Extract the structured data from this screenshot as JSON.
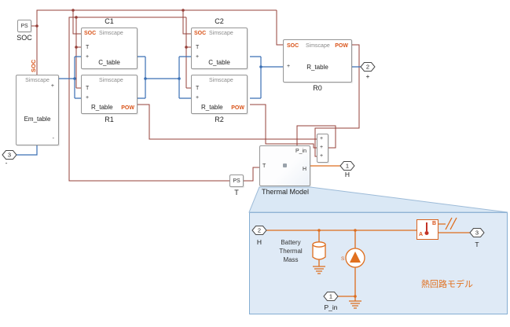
{
  "colors": {
    "physical_signal": "#96403a",
    "electrical": "#3a6fb5",
    "thermal": "#de6d1d",
    "label_accent": "#d95319",
    "zoom_background": "#dfeaf6",
    "zoom_border": "#85aed3"
  },
  "blocks": {
    "ps_soc": {
      "label": "PS",
      "caption": "SOC"
    },
    "em": {
      "watermark": "Simscape",
      "name": "Em_table",
      "plus": "+",
      "minus": "-",
      "wire_label": "SOC"
    },
    "c1": {
      "caption": "C1",
      "soc": "SOC",
      "watermark": "Simscape",
      "t": "T",
      "plus": "+",
      "name": "C_table"
    },
    "r1": {
      "caption": "R1",
      "watermark": "Simscape",
      "t": "T",
      "plus": "+",
      "name": "R_table",
      "pow": "POW"
    },
    "c2": {
      "caption": "C2",
      "soc": "SOC",
      "watermark": "Simscape",
      "t": "T",
      "plus": "+",
      "name": "C_table"
    },
    "r2": {
      "caption": "R2",
      "watermark": "Simscape",
      "t": "T",
      "plus": "+",
      "name": "R_table",
      "pow": "POW"
    },
    "r0": {
      "caption": "R0",
      "soc": "SOC",
      "watermark": "Simscape",
      "pow": "POW",
      "plus": "+",
      "name": "R_table"
    },
    "thermal": {
      "caption": "Thermal Model",
      "p_in": "P_in",
      "t": "T",
      "h": "H"
    },
    "ps_t": {
      "label": "PS",
      "caption": "T"
    },
    "sum": {
      "plus1": "+",
      "plus2": "+",
      "plus3": "+"
    }
  },
  "ports": {
    "out1": {
      "num": "1",
      "caption": "H"
    },
    "out2": {
      "num": "2",
      "caption": "+"
    },
    "out3": {
      "num": "3",
      "caption": "-"
    }
  },
  "zoom": {
    "port_h": {
      "num": "2",
      "caption": "H"
    },
    "port_t": {
      "num": "3",
      "caption": "T"
    },
    "port_p": {
      "num": "1",
      "caption": "P_in"
    },
    "mass_label": [
      "Battery",
      "Thermal",
      "Mass"
    ],
    "sensor": {
      "a": "A",
      "b": "B"
    },
    "source_label": "S",
    "annotation": "熱回路モデル"
  }
}
